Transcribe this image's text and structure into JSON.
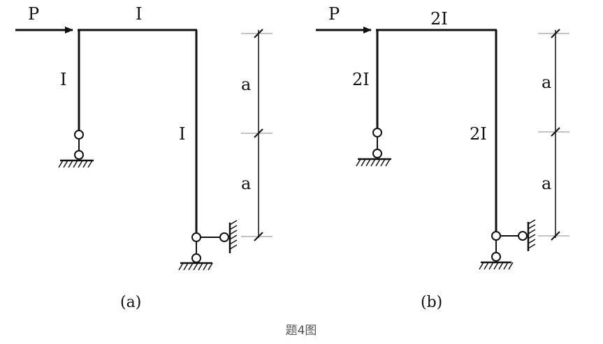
{
  "figure_a": {
    "load": "P",
    "beam": "I",
    "left_column": "I",
    "right_column": "I",
    "dim_top": "a",
    "dim_bottom": "a",
    "label": "(a)"
  },
  "figure_b": {
    "load": "P",
    "beam": "2I",
    "left_column": "2I",
    "right_column": "2I",
    "dim_top": "a",
    "dim_bottom": "a",
    "label": "(b)"
  },
  "caption": "题4图"
}
